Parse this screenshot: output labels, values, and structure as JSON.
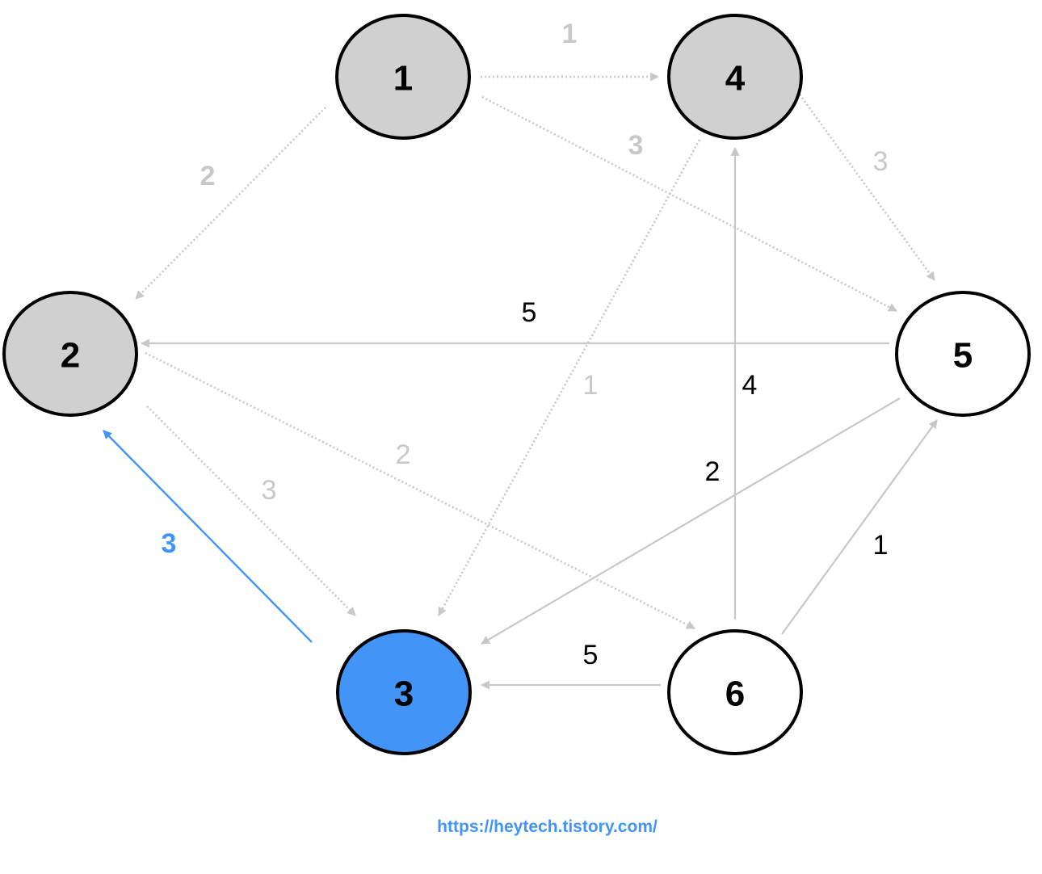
{
  "colors": {
    "visited_fill": "#d0d0d0",
    "current_fill": "#4294f6",
    "unvisited_fill": "#ffffff",
    "node_stroke": "#000000",
    "edge_gray": "#c8c8c8",
    "edge_blue": "#4294f6",
    "label_dark": "#000000",
    "label_gray": "#c8c8c8",
    "label_blue": "#4294f6"
  },
  "nodes": [
    {
      "id": "1",
      "label": "1",
      "state": "visited"
    },
    {
      "id": "2",
      "label": "2",
      "state": "visited"
    },
    {
      "id": "3",
      "label": "3",
      "state": "current"
    },
    {
      "id": "4",
      "label": "4",
      "state": "visited"
    },
    {
      "id": "5",
      "label": "5",
      "state": "unvisited"
    },
    {
      "id": "6",
      "label": "6",
      "state": "unvisited"
    }
  ],
  "edges": [
    {
      "from": "1",
      "to": "4",
      "weight": "1",
      "style": "dotted",
      "label_style": "gray-bold"
    },
    {
      "from": "1",
      "to": "2",
      "weight": "2",
      "style": "dotted",
      "label_style": "gray-bold"
    },
    {
      "from": "1",
      "to": "5",
      "weight": "3",
      "style": "dotted",
      "label_style": "gray-bold"
    },
    {
      "from": "4",
      "to": "5",
      "weight": "3",
      "style": "dotted",
      "label_style": "gray"
    },
    {
      "from": "4",
      "to": "3",
      "weight": "1",
      "style": "dotted",
      "label_style": "gray"
    },
    {
      "from": "2",
      "to": "3",
      "weight": "3",
      "style": "dotted",
      "label_style": "gray"
    },
    {
      "from": "2",
      "to": "6",
      "weight": "2",
      "style": "dotted",
      "label_style": "gray"
    },
    {
      "from": "5",
      "to": "2",
      "weight": "5",
      "style": "solid",
      "label_style": "dark"
    },
    {
      "from": "5",
      "to": "3",
      "weight": "2",
      "style": "solid",
      "label_style": "dark"
    },
    {
      "from": "6",
      "to": "4",
      "weight": "4",
      "style": "solid",
      "label_style": "dark"
    },
    {
      "from": "6",
      "to": "5",
      "weight": "1",
      "style": "solid",
      "label_style": "dark"
    },
    {
      "from": "6",
      "to": "3",
      "weight": "5",
      "style": "solid",
      "label_style": "dark"
    },
    {
      "from": "3",
      "to": "2",
      "weight": "3",
      "style": "highlight",
      "label_style": "blue-bold"
    }
  ],
  "footer": {
    "url": "https://heytech.tistory.com/",
    "color": "#4294f6"
  }
}
